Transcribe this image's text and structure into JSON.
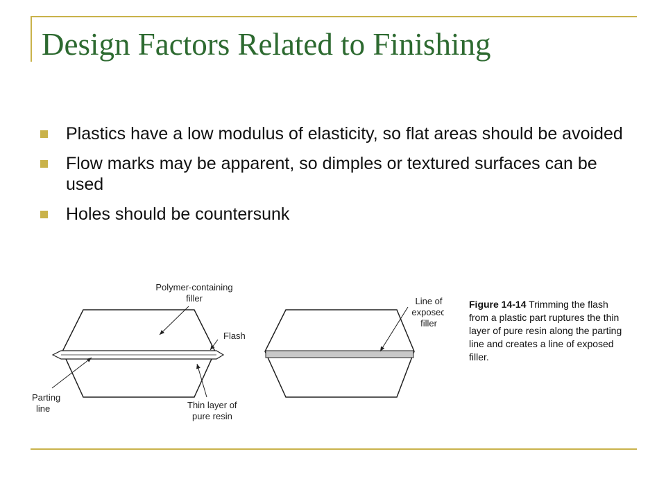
{
  "slide": {
    "title": "Design Factors Related to Finishing",
    "bullets": [
      "Plastics have a low modulus of elasticity, so flat areas should be avoided",
      "Flow marks may be apparent, so dimples or textured surfaces can be used",
      "Holes should be countersunk"
    ]
  },
  "figure": {
    "labels": {
      "polymer_line1": "Polymer-containing",
      "polymer_line2": "filler",
      "flash": "Flash",
      "parting_line1": "Parting",
      "parting_line2": "line",
      "thin_line1": "Thin layer of",
      "thin_line2": "pure resin",
      "exposed_line1": "Line of",
      "exposed_line2": "exposed",
      "exposed_line3": "filler"
    },
    "caption_label": "Figure 14-14",
    "caption_text": " Trimming the flash from a plastic part ruptures the thin layer of pure resin along the parting line and creates a line of exposed filler."
  },
  "colors": {
    "title": "#2d6a30",
    "accent": "#c9b24a",
    "text": "#111111"
  }
}
